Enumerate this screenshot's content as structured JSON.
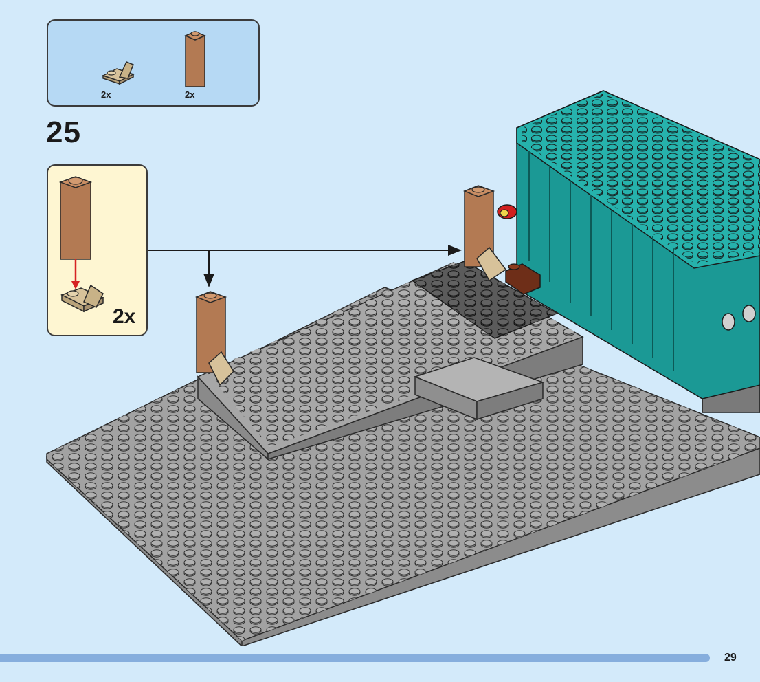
{
  "parts_list": {
    "items": [
      {
        "name": "tan-plate-with-bracket",
        "quantity": "2x"
      },
      {
        "name": "medium-nougat-brick-1x1x3",
        "quantity": "2x"
      }
    ]
  },
  "step": {
    "number": "25"
  },
  "sub_assembly": {
    "quantity": "2x"
  },
  "footer": {
    "page_number": "29"
  },
  "colors": {
    "background": "#d3eafa",
    "parts_box": "#b6d9f4",
    "sub_assembly_box": "#fef6d2",
    "baseplate": "#a2a2a2",
    "teal_structure": "#1fa5a0",
    "brick_nougat": "#b37a53",
    "bracket_tan": "#d7c29a",
    "footer_bar": "#86aedd",
    "dark_grey_plate": "#5b5b5b"
  }
}
